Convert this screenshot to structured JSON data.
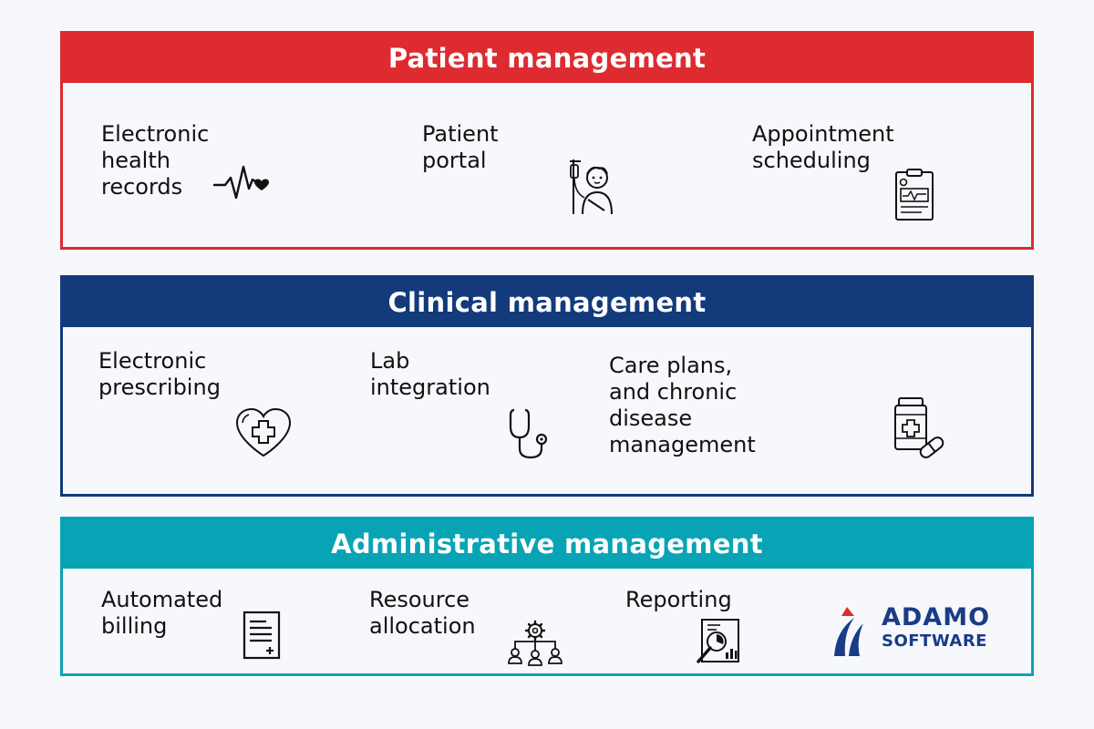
{
  "sections": [
    {
      "title": "Patient management",
      "color": "#dd2b2f",
      "items": [
        {
          "label": "Electronic health\nrecords",
          "icon": "heartbeat-icon"
        },
        {
          "label": "Patient portal",
          "icon": "patient-iv-drip-icon"
        },
        {
          "label": "Appointment\nscheduling",
          "icon": "clipboard-chart-icon"
        }
      ]
    },
    {
      "title": "Clinical management",
      "color": "#133a7a",
      "items": [
        {
          "label": "Electronic\nprescribing",
          "icon": "heart-medical-cross-icon"
        },
        {
          "label": "Lab\nintegration",
          "icon": "stethoscope-icon"
        },
        {
          "label": "Care plans, and chronic\ndisease management",
          "icon": "medicine-bottle-pill-icon"
        }
      ]
    },
    {
      "title": "Administrative management",
      "color": "#08a4b6",
      "items": [
        {
          "label": "Automated\nbilling",
          "icon": "document-plus-icon"
        },
        {
          "label": "Resource\nallocation",
          "icon": "team-gear-icon"
        },
        {
          "label": "Reporting",
          "icon": "report-magnifier-icon"
        }
      ]
    }
  ],
  "logo": {
    "line1": "ADAMO",
    "line2": "SOFTWARE",
    "icon": "adamo-logo-icon",
    "accent": "#dd2b2f",
    "brand": "#1a3b86"
  }
}
